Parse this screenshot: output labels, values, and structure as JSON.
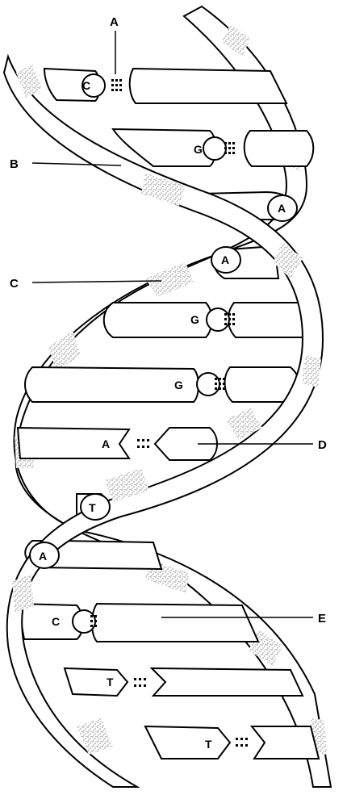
{
  "callouts": {
    "a": "A",
    "b": "B",
    "c": "C",
    "d": "D",
    "e": "E"
  },
  "bases": [
    {
      "letter": "C",
      "bonds": 3
    },
    {
      "letter": "G",
      "bonds": 3
    },
    {
      "letter": "A",
      "bonds": 0
    },
    {
      "letter": "A",
      "bonds": 0
    },
    {
      "letter": "G",
      "bonds": 3
    },
    {
      "letter": "G",
      "bonds": 3
    },
    {
      "letter": "A",
      "bonds": 2
    },
    {
      "letter": "T",
      "bonds": 0
    },
    {
      "letter": "A",
      "bonds": 0
    },
    {
      "letter": "C",
      "bonds": 3
    },
    {
      "letter": "T",
      "bonds": 2
    },
    {
      "letter": "T",
      "bonds": 2
    }
  ],
  "colors": {
    "ink": "#000000",
    "paper": "#ffffff",
    "stipple": "#9a9a9a"
  }
}
